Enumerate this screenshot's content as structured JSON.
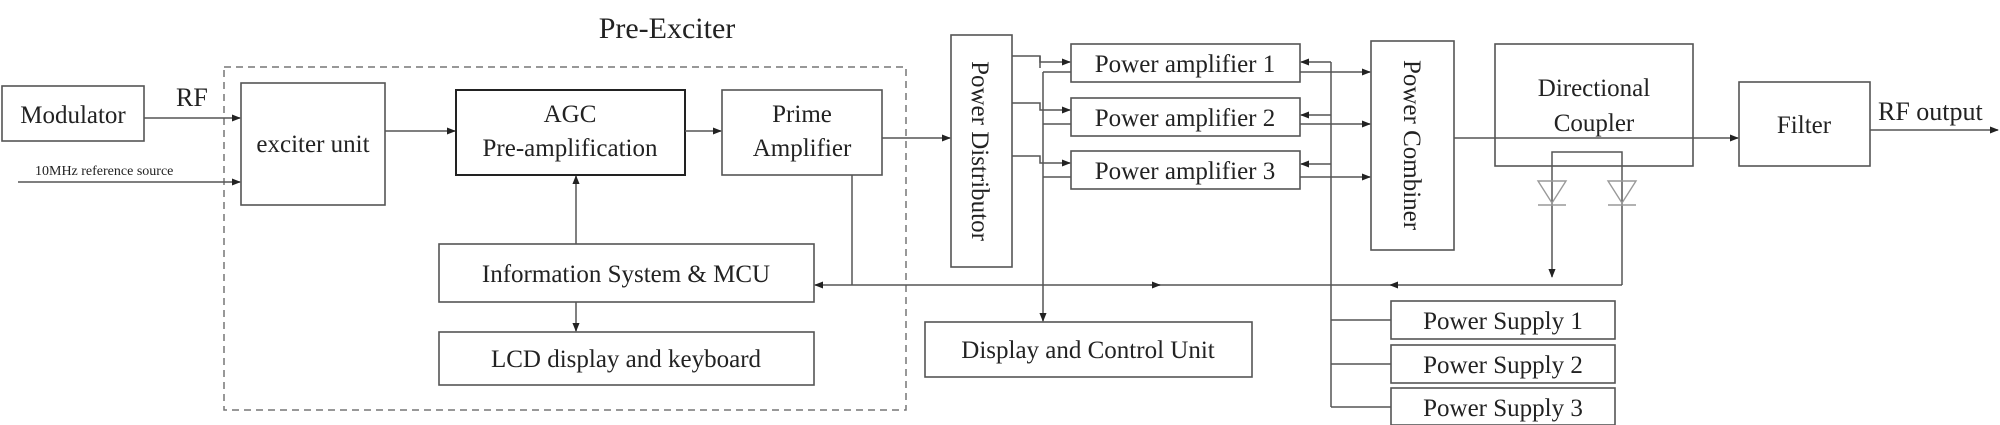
{
  "title": "Pre-Exciter",
  "inputs": {
    "rf": "RF",
    "ref": "10MHz reference source"
  },
  "output": "RF output",
  "blocks": {
    "modulator": "Modulator",
    "exciter": "exciter unit",
    "agc_line1": "AGC",
    "agc_line2": "Pre-amplification",
    "prime_line1": "Prime",
    "prime_line2": "Amplifier",
    "info": "Information System & MCU",
    "lcd": "LCD display and keyboard",
    "distributor": "Power Distributor",
    "pa1": "Power amplifier 1",
    "pa2": "Power amplifier 2",
    "pa3": "Power amplifier 3",
    "combiner": "Power Combiner",
    "coupler_line1": "Directional",
    "coupler_line2": "Coupler",
    "filter": "Filter",
    "display_ctrl": "Display and Control Unit",
    "ps1": "Power Supply 1",
    "ps2": "Power Supply 2",
    "ps3": "Power Supply 3"
  }
}
